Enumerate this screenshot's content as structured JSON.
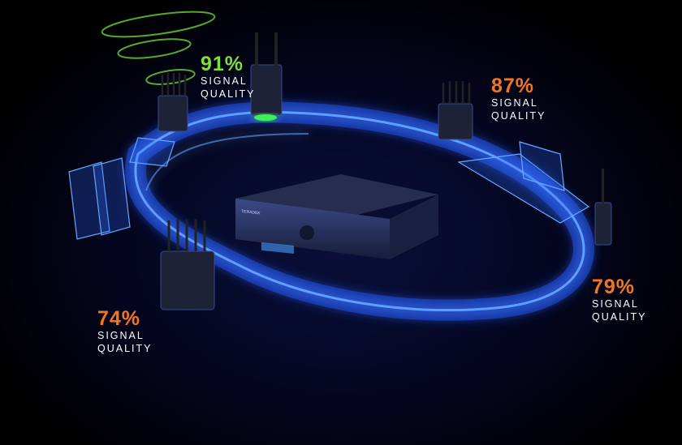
{
  "brand": "TERADEK",
  "colors": {
    "good": "#7ee03a",
    "fair": "#f3761f",
    "track": "#2f6dff"
  },
  "receivers": [
    {
      "id": "top",
      "percent": "91%",
      "label1": "SIGNAL",
      "label2": "QUALITY",
      "status": "good"
    },
    {
      "id": "right-top",
      "percent": "87%",
      "label1": "SIGNAL",
      "label2": "QUALITY",
      "status": "fair"
    },
    {
      "id": "right",
      "percent": "79%",
      "label1": "SIGNAL",
      "label2": "QUALITY",
      "status": "fair"
    },
    {
      "id": "left",
      "percent": "74%",
      "label1": "SIGNAL",
      "label2": "QUALITY",
      "status": "fair"
    }
  ]
}
